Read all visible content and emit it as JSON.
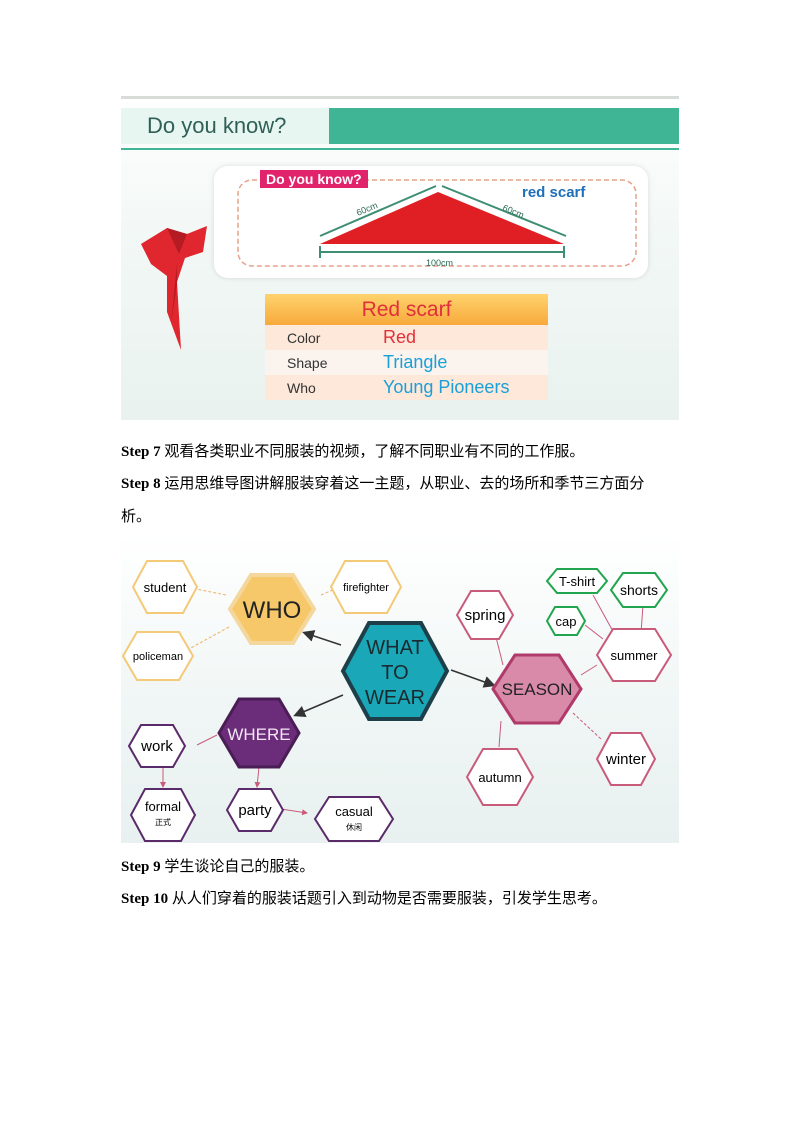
{
  "slide1": {
    "band_title": "Do you know?",
    "card_tag": "Do you know?",
    "card_label": "red scarf",
    "side_left": "60cm",
    "side_right": "60cm",
    "base": "100cm",
    "table": {
      "header": "Red scarf",
      "rows": [
        {
          "key": "Color",
          "value": "Red",
          "color": "#e0303a"
        },
        {
          "key": "Shape",
          "value": "Triangle",
          "color": "#1aa0d8"
        },
        {
          "key": "Who",
          "value": "Young Pioneers",
          "color": "#1aa0d8"
        }
      ]
    }
  },
  "steps": [
    {
      "label": "Step  7",
      "text": "观看各类职业不同服装的视频，了解不同职业有不同的工作服。"
    },
    {
      "label": "Step  8",
      "text": "运用思维导图讲解服装穿着这一主题，从职业、去的场所和季节三方面分",
      "text2": "析。"
    },
    {
      "label": "Step  9",
      "text": "学生谈论自己的服装。"
    },
    {
      "label": "Step  10",
      "text": "从人们穿着的服装话题引入到动物是否需要服装，引发学生思考。"
    }
  ],
  "mindmap": {
    "center": [
      "WHAT",
      "TO",
      "WEAR"
    ],
    "who": "WHO",
    "who_items": [
      "student",
      "firefighter",
      "policeman"
    ],
    "where": "WHERE",
    "where_items": {
      "work": "work",
      "formal": "formal",
      "formal_cn": "正式",
      "party": "party",
      "casual": "casual",
      "casual_cn": "休闲"
    },
    "season": "SEASON",
    "season_items": [
      "spring",
      "summer",
      "autumn",
      "winter"
    ],
    "summer_items": [
      "T-shirt",
      "shorts",
      "cap"
    ],
    "colors": {
      "center": "#1aa7b8",
      "who": "#f7cf76",
      "where": "#6b2c7a",
      "season": "#d88aa8",
      "green": "#21a64f"
    }
  }
}
